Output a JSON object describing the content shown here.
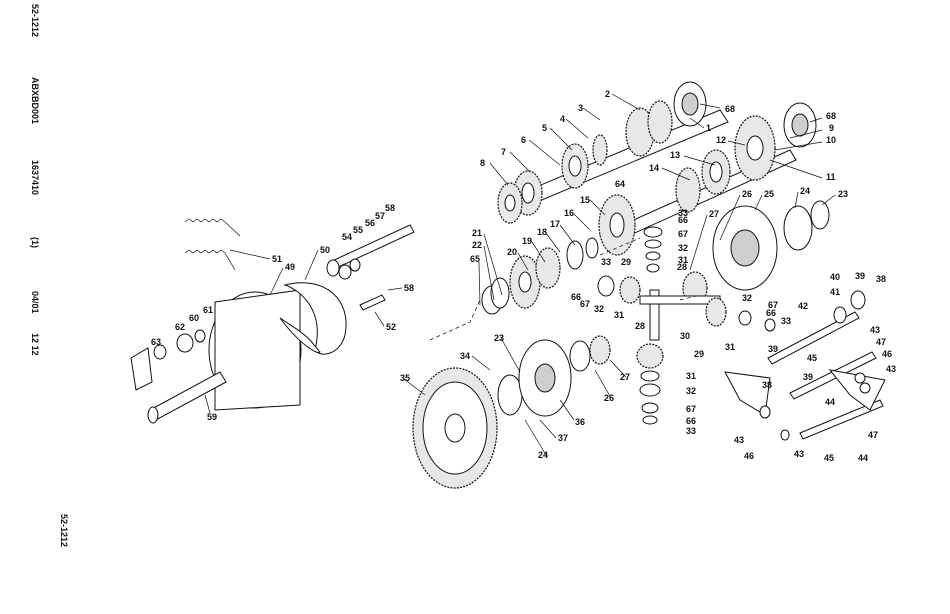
{
  "margin_labels": {
    "page_ref": "52-1212",
    "doc_code": "ABXBD001",
    "part_no": "1637410",
    "revision": "(1)",
    "date": "04/01",
    "sheet": "12 12",
    "footer_ref": "52-1212"
  },
  "callouts": [
    "1",
    "2",
    "3",
    "4",
    "5",
    "6",
    "7",
    "8",
    "9",
    "10",
    "11",
    "12",
    "13",
    "14",
    "15",
    "16",
    "17",
    "18",
    "19",
    "20",
    "21",
    "22",
    "23",
    "24",
    "25",
    "26",
    "27",
    "28",
    "29",
    "30",
    "31",
    "32",
    "33",
    "34",
    "35",
    "36",
    "37",
    "38",
    "39",
    "40",
    "41",
    "42",
    "43",
    "44",
    "45",
    "46",
    "47",
    "49",
    "50",
    "51",
    "52",
    "54",
    "55",
    "56",
    "57",
    "58",
    "59",
    "60",
    "61",
    "62",
    "63",
    "64",
    "65",
    "66",
    "67",
    "68"
  ]
}
